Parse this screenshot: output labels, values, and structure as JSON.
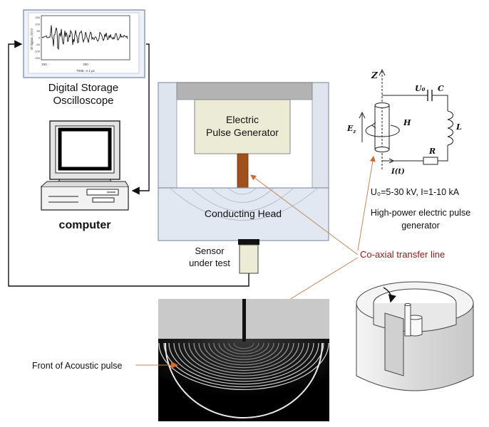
{
  "oscilloscope": {
    "title_line1": "Digital Storage",
    "title_line2": "Oscilloscope",
    "yaxis_label": "Ø Signal, (V) 0",
    "xaxis_label": "TIME, 0.1 µs",
    "yticks": [
      "150",
      "100",
      "50",
      "0",
      "-50",
      "-100",
      "-150"
    ],
    "xticks": [
      "200",
      "400"
    ]
  },
  "computer": {
    "label": "computer"
  },
  "generator": {
    "line1": "Electric",
    "line2": "Pulse Generator",
    "head_label": "Conducting Head"
  },
  "sensor": {
    "line1": "Sensor",
    "line2": "under test"
  },
  "circuit": {
    "z_label": "Z",
    "u0_label": "U₀",
    "c_label": "C",
    "l_label": "L",
    "r_label": "R",
    "h_label": "H",
    "ez_label": "E",
    "ez_sub": "z",
    "i_label": "I(t)",
    "params": "U₀=5-30 kV, I=1-10 kA",
    "caption_line1": "High-power electric pulse",
    "caption_line2": "generator"
  },
  "coax": {
    "label": "Co-axial transfer line"
  },
  "acoustic": {
    "label": "Front of Acoustic pulse"
  },
  "colors": {
    "frame_gray": "#b0b0b0",
    "panel_light": "#dfe5ef",
    "panel_beige": "#ecebd6",
    "rod_brown": "#a0501a",
    "coax_label": "#8b1a1a",
    "arrow_orange": "#d36b2d"
  }
}
